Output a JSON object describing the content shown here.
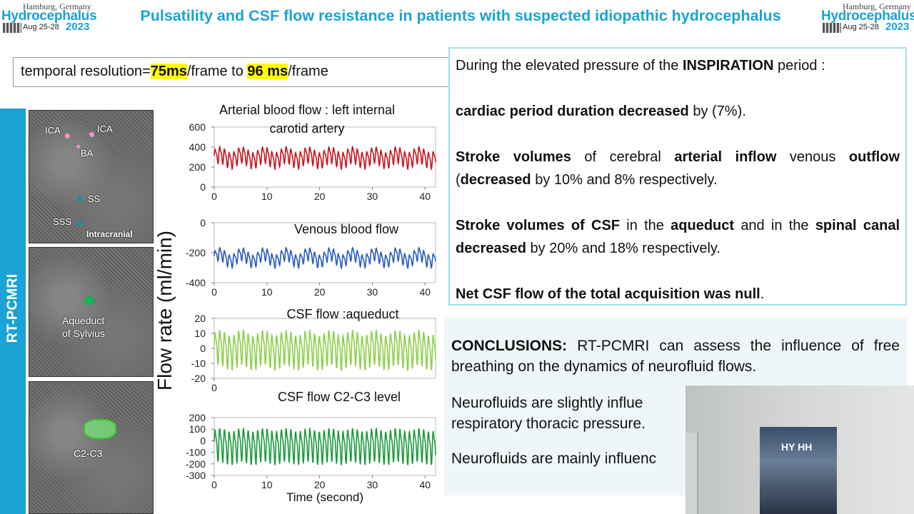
{
  "header": {
    "title": "Pulsatility and CSF flow resistance in patients with suspected idiopathic hydrocephalus",
    "logo": {
      "city": "Hamburg, Germany",
      "name": "Hydrocephalus",
      "dates": "Aug 25-28",
      "year": "2023"
    }
  },
  "temporal": {
    "prefix": "temporal resolution=",
    "v1": "75ms",
    "mid": "/frame to ",
    "v2": "96 ms",
    "suffix": "/frame"
  },
  "sidebar": {
    "label": "RT-PCMRI"
  },
  "mri": {
    "panel1": {
      "ica_left": "ICA",
      "ica_right": "ICA",
      "ba": "BA",
      "ss": "SS",
      "sss": "SSS",
      "region": "Intracranial"
    },
    "panel2": {
      "label_line1": "Aqueduct",
      "label_line2": "of Sylvius"
    },
    "panel3": {
      "label": "C2-C3"
    }
  },
  "chart_data": [
    {
      "type": "line",
      "title": "Arterial blood flow : left internal carotid artery",
      "title_line1": "Arterial blood flow : left internal",
      "title_line2": "carotid artery",
      "color": "#c8141e",
      "ylim": [
        0,
        600
      ],
      "yticks": [
        0,
        200,
        400,
        600
      ],
      "xlim": [
        0,
        42
      ],
      "xticks": [
        0,
        10,
        20,
        30,
        40
      ],
      "period": 0.9,
      "mean": 300,
      "amp": 85,
      "resp": 30,
      "ylabel": "Flow rate (ml/min)"
    },
    {
      "type": "line",
      "title": "Venous blood flow",
      "color": "#2a5cc0",
      "ylim": [
        -400,
        0
      ],
      "yticks": [
        -400,
        -200,
        0
      ],
      "xlim": [
        0,
        42
      ],
      "xticks": [
        0,
        10,
        20,
        30,
        40
      ],
      "period": 0.9,
      "mean": -230,
      "amp": 45,
      "resp": 25
    },
    {
      "type": "line",
      "title": "CSF flow :aqueduct",
      "color": "#8cd04a",
      "ylim": [
        -20,
        20
      ],
      "yticks": [
        -20,
        -10,
        0,
        10,
        20
      ],
      "xlim": [
        0,
        42
      ],
      "xticks": [
        0
      ],
      "period": 0.9,
      "mean": 0,
      "amp": 12,
      "resp": 2
    },
    {
      "type": "line",
      "title": "CSF flow C2-C3 level",
      "color": "#1a9a3a",
      "ylim": [
        -300,
        200
      ],
      "yticks": [
        -300,
        -200,
        -100,
        0,
        100,
        200
      ],
      "xlim": [
        0,
        42
      ],
      "xticks": [
        0,
        10,
        20,
        30,
        40
      ],
      "period": 0.9,
      "mean": -35,
      "amp": 150,
      "resp": 15,
      "xlabel": "Time (second)"
    }
  ],
  "findings": {
    "p1_pre": "During the elevated pressure of the ",
    "p1_bold": "INSPIRATION",
    "p1_post": " period :",
    "p2_bold": "cardiac period duration decreased",
    "p2_post": " by (7%).",
    "p3_b1": "Stroke volumes",
    "p3_t1": " of cerebral ",
    "p3_b2": "arterial inflow",
    "p3_t2": "  venous ",
    "p3_b3": "outflow",
    "p3_t3": " (",
    "p3_b4": "decreased",
    "p3_t4": " by 10% and 8% respectively.",
    "p4_b1": "Stroke volumes of CSF",
    "p4_t1": " in the ",
    "p4_b2": "aqueduct",
    "p4_t2": " and in the ",
    "p4_b3": "spinal canal decreased",
    "p4_t3": " by 20% and 18% respectively.",
    "p5_bold": "Net CSF flow of the total acquisition was null",
    "p5_post": "."
  },
  "conclusions": {
    "label": "CONCLUSIONS:",
    "text1": " RT-PCMRI can assess the influence of free breathing on the dynamics of neurofluid flows.",
    "text2": " Neurofluids are slightly influe",
    "text2b": "respiratory thoracic pressure.",
    "text3": "Neurofluids are mainly influenc"
  },
  "webcam": {
    "poster_text": "HY HH"
  }
}
